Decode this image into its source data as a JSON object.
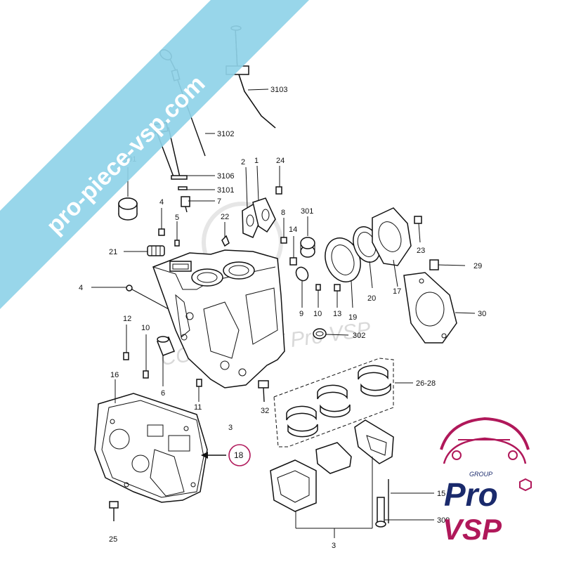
{
  "watermark": {
    "text": "pro-piece-vsp.com",
    "band_color": "#8fd3e8",
    "copyright": "COPYRIGHT Pro VSP"
  },
  "brand": {
    "group_label": "GROUP",
    "pro": "Pro",
    "vsp": "VSP",
    "accent_color": "#b0185a",
    "navy_color": "#1a2a6c"
  },
  "callouts": {
    "c3103": "3103",
    "c3102": "3102",
    "c3106": "3106",
    "c3101": "3101",
    "c7": "7",
    "c301a": "301",
    "c2": "2",
    "c1": "1",
    "c24": "24",
    "c4a": "4",
    "c5": "5",
    "c22": "22",
    "c8": "8",
    "c301b": "301",
    "c14": "14",
    "c23": "23",
    "c21": "21",
    "c29": "29",
    "c4b": "4",
    "c9": "9",
    "c10a": "10",
    "c13": "13",
    "c19": "19",
    "c20": "20",
    "c17": "17",
    "c30": "30",
    "c12": "12",
    "c10b": "10",
    "c302": "302",
    "c2628": "26-28",
    "c16": "16",
    "c6": "6",
    "c11": "11",
    "c32": "32",
    "c3a": "3",
    "c18": "18",
    "c15": "15",
    "c309": "309",
    "c25": "25",
    "c3b": "3"
  }
}
